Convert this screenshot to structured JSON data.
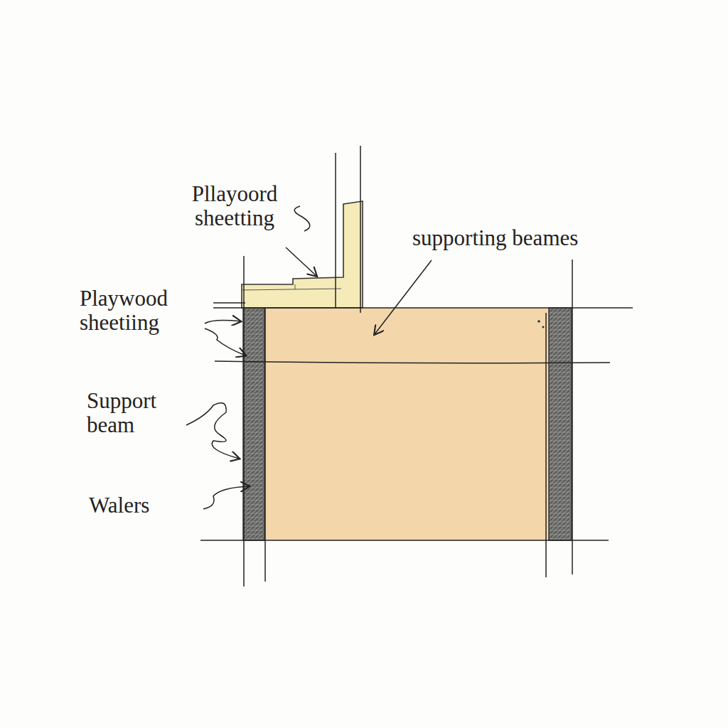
{
  "diagram": {
    "labels": [
      "Pllayoord sheetting",
      "supporting beames",
      "Playwood sheetiing",
      "Support beam",
      "Walers"
    ]
  }
}
